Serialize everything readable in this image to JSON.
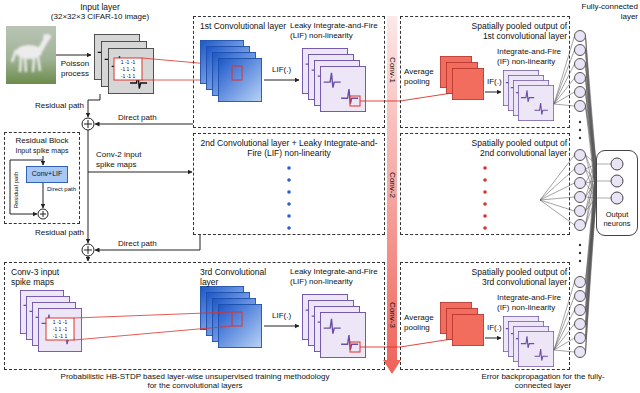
{
  "diagram": {
    "nodes": [
      {
        "text": [
          "1st Convolutional layer",
          "Leaky Integrate-and-Fire (LIF) non-linearity",
          "LIF(.)"
        ]
      },
      {
        "text": [
          "Spatially pooled output of 1st convolutional layer",
          "Average pooling",
          "Integrate-and-Fire (IF) non-linearity",
          "IF(.)"
        ]
      },
      {
        "text": [
          "Residual Block",
          "Input spike maps",
          "Direct path",
          "Residual path"
        ]
      },
      {
        "text": [
          "Conv+LIF"
        ],
        "in": 2
      },
      {
        "text": [
          "2nd Convolutional layer + Leaky Integrate-and-Fire (LIF) non-linearity"
        ]
      },
      {
        "text": [
          "Spatially pooled output of 2nd convolutional layer"
        ]
      },
      {
        "text": [
          "Output neurons"
        ]
      },
      {
        "text": [
          "Conv-3 input spike maps",
          "3rd Convolutional layer",
          "Leaky Integrate-and-Fire (LIF) non-linearity",
          "LIF(.)"
        ]
      },
      {
        "text": [
          "Spatially pooled output of 3rd convolutional layer",
          "Average pooling",
          "Integrate-and-Fire (IF) non-linearity",
          "IF(.)"
        ]
      }
    ],
    "edges": [
      {
        "from": 0,
        "to": 1,
        "arrow": "none"
      },
      {
        "from": 7,
        "to": 8,
        "arrow": "none"
      }
    ],
    "labels": [
      "Input layer",
      "(32×32×3 CIFAR-10 image)",
      "Poisson process",
      "1 -1 -1",
      "-1 1 -1",
      "-1 -1 1",
      "Residual path",
      "Direct path",
      "Conv-2 input spike maps",
      "Residual path",
      "Direct path",
      "1 -1 -1",
      "-1 1 -1",
      "-1 -1 1",
      "Conv-1",
      "Conv-2",
      "Conv-3",
      "Fully-connected layer",
      "Probabilistic HB-STDP based layer-wise unsupervised training methodology for the convolutional layers",
      "Error backpropagation for the fully-connected layer"
    ]
  }
}
